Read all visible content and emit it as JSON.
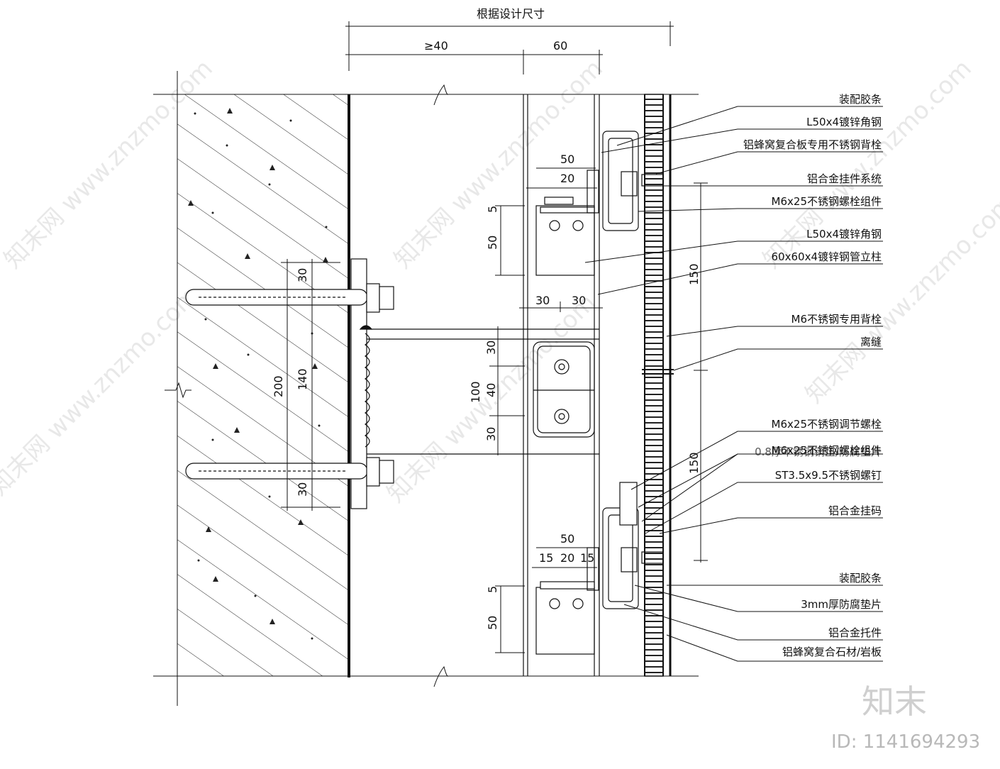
{
  "dimensions": {
    "top_total": "根据设计尺寸",
    "min_gap": "≥40",
    "tube_width": "60",
    "upper_bracket_50": "50",
    "upper_bracket_20": "20",
    "upper_5": "5",
    "upper_50_v": "50",
    "dim_30_left": "30",
    "dim_30_right": "30",
    "embed_30_top": "30",
    "embed_200": "200",
    "embed_140": "140",
    "embed_30_bottom": "30",
    "joint_100": "100",
    "joint_30_top": "30",
    "joint_40": "40",
    "joint_30_bottom": "30",
    "right_150_top": "150",
    "right_150_bottom": "150",
    "lower_bracket_50": "50",
    "lower_15a": "15",
    "lower_20": "20",
    "lower_15b": "15",
    "lower_5": "5",
    "lower_50_v": "50"
  },
  "callouts": [
    "装配胶条",
    "L50x4镀锌角钢",
    "铝蜂窝复合板专用不锈钢背栓",
    "铝合金挂件系统",
    "M6x25不锈钢螺栓组件",
    "L50x4镀锌角钢",
    "60x60x4镀锌钢管立柱",
    "M6不锈钢专用背栓",
    "离缝",
    "M6x25不锈钢调节螺栓",
    "M6x25不锈钢螺栓组件",
    "0.8厚不锈钢铜垫/防腐垫片",
    "ST3.5x9.5不锈钢螺钉",
    "铝合金挂码",
    "装配胶条",
    "3mm厚防腐垫片",
    "铝合金托件",
    "铝蜂窝复合石材/岩板"
  ],
  "branding": {
    "logo": "知末",
    "id_text": "ID: 1141694293",
    "watermark": "知末网 www.znzmo.com"
  }
}
